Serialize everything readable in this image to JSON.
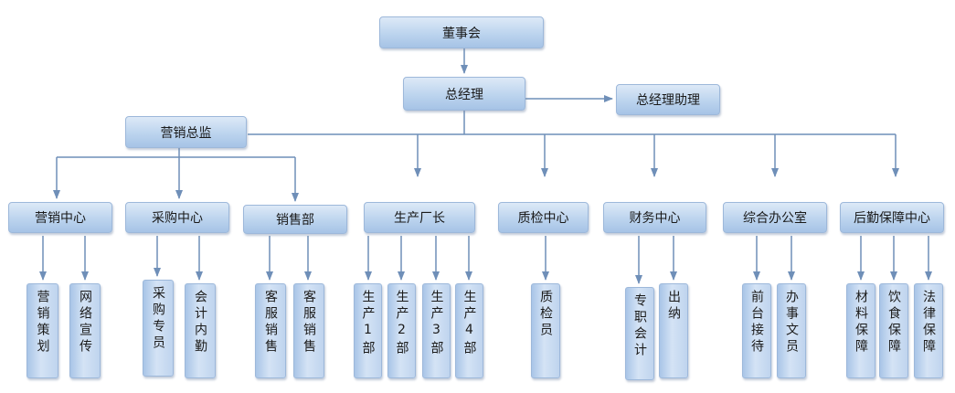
{
  "chart": {
    "board": "董事会",
    "gm": "总经理",
    "gm_assistant": "总经理助理",
    "marketing_director": "营销总监",
    "depts": [
      "营销中心",
      "采购中心",
      "销售部",
      "生产厂长",
      "质检中心",
      "财务中心",
      "综合办公室",
      "后勤保障中心"
    ],
    "roles": [
      [
        "营销策划",
        "网络宣传"
      ],
      [
        "采购专员",
        "会计内勤"
      ],
      [
        "客服销售",
        "客服销售"
      ],
      [
        "生产1部",
        "生产2部",
        "生产3部",
        "生产4部"
      ],
      [
        "质检员"
      ],
      [
        "专职会计",
        "出纳"
      ],
      [
        "前台接待",
        "办事文员"
      ],
      [
        "材料保障",
        "饮食保障",
        "法律保障"
      ]
    ]
  },
  "colors": {
    "line": "#6f8fb8",
    "box_top": "#dde9f7",
    "box_bottom": "#a6c3e6",
    "box_border": "#9db8da"
  }
}
